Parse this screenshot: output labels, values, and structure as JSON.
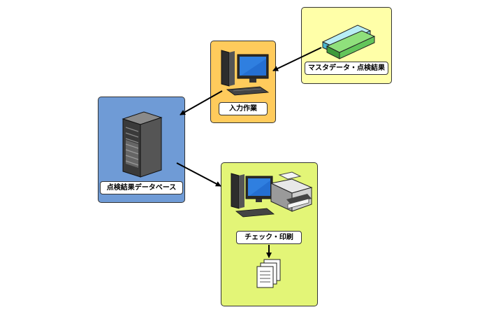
{
  "nodes": {
    "master": {
      "label": "マスタデータ・点検結果",
      "color": "#ffffa8"
    },
    "input": {
      "label": "入力作業",
      "color": "#ffcb5c"
    },
    "db": {
      "label": "点検結果データベース",
      "color": "#6f9bd6"
    },
    "check": {
      "label": "チェック・印刷",
      "color": "#e3f577"
    }
  },
  "edges": [
    {
      "from": "master",
      "to": "input"
    },
    {
      "from": "input",
      "to": "db"
    },
    {
      "from": "db",
      "to": "check"
    },
    {
      "from": "check",
      "to": "documents"
    }
  ],
  "icons": {
    "master": [
      "binder-icon",
      "binder-icon"
    ],
    "input": [
      "computer-icon"
    ],
    "db": [
      "server-icon"
    ],
    "check": [
      "computer-icon",
      "printer-icon"
    ],
    "output": [
      "documents-icon"
    ]
  }
}
